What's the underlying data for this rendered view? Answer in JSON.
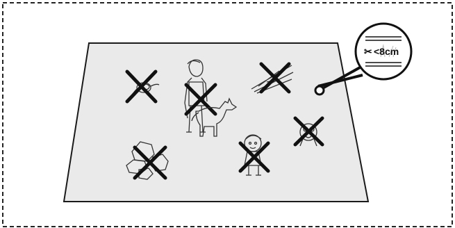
{
  "callout": {
    "scissors_symbol": "✂",
    "height_text": "<8cm",
    "icon": "scissors-icon"
  },
  "obstacles": [
    {
      "name": "rope-obstacle",
      "icon": "rope-icon",
      "crossed": true
    },
    {
      "name": "person-obstacle",
      "icon": "person-icon",
      "crossed": true
    },
    {
      "name": "dog-obstacle",
      "icon": "dog-icon",
      "crossed": true
    },
    {
      "name": "branches-obstacle",
      "icon": "branches-icon",
      "crossed": true
    },
    {
      "name": "small-object-obstacle",
      "icon": "toy-icon",
      "crossed": true
    },
    {
      "name": "stones-obstacle",
      "icon": "stones-icon",
      "crossed": true
    },
    {
      "name": "child-obstacle",
      "icon": "child-icon",
      "crossed": true
    }
  ],
  "colors": {
    "lawn_fill": "#eaeaea",
    "stroke": "#1a1a1a",
    "cross": "#111111",
    "frame": "#222222"
  }
}
